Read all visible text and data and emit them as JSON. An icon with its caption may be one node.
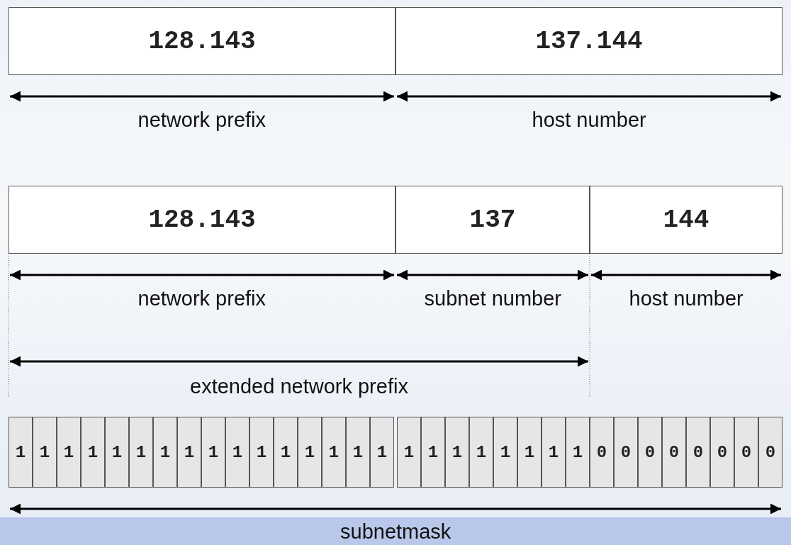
{
  "diagram": {
    "nodes": [
      {
        "text": [
          "128.143"
        ]
      },
      {
        "text": [
          "137.144"
        ]
      },
      {
        "text": [
          "128.143"
        ]
      },
      {
        "text": [
          "137"
        ]
      },
      {
        "text": [
          "144"
        ]
      },
      {
        "text": [
          "1"
        ]
      },
      {
        "text": [
          "1"
        ]
      },
      {
        "text": [
          "1"
        ]
      },
      {
        "text": [
          "1"
        ]
      },
      {
        "text": [
          "1"
        ]
      },
      {
        "text": [
          "1"
        ]
      },
      {
        "text": [
          "1"
        ]
      },
      {
        "text": [
          "1"
        ]
      },
      {
        "text": [
          "1"
        ]
      },
      {
        "text": [
          "1"
        ]
      },
      {
        "text": [
          "1"
        ]
      },
      {
        "text": [
          "1"
        ]
      },
      {
        "text": [
          "1"
        ]
      },
      {
        "text": [
          "1"
        ]
      },
      {
        "text": [
          "1"
        ]
      },
      {
        "text": [
          "1"
        ]
      },
      {
        "text": [
          "1"
        ]
      },
      {
        "text": [
          "1"
        ]
      },
      {
        "text": [
          "1"
        ]
      },
      {
        "text": [
          "1"
        ]
      },
      {
        "text": [
          "1"
        ]
      },
      {
        "text": [
          "1"
        ]
      },
      {
        "text": [
          "1"
        ]
      },
      {
        "text": [
          "1"
        ]
      },
      {
        "text": [
          "0"
        ]
      },
      {
        "text": [
          "0"
        ]
      },
      {
        "text": [
          "0"
        ]
      },
      {
        "text": [
          "0"
        ]
      },
      {
        "text": [
          "0"
        ]
      },
      {
        "text": [
          "0"
        ]
      },
      {
        "text": [
          "0"
        ]
      },
      {
        "text": [
          "0"
        ]
      }
    ],
    "labels": [
      "network prefix",
      "host number",
      "network prefix",
      "subnet number",
      "host number",
      "extended network prefix",
      "subnetmask"
    ]
  }
}
